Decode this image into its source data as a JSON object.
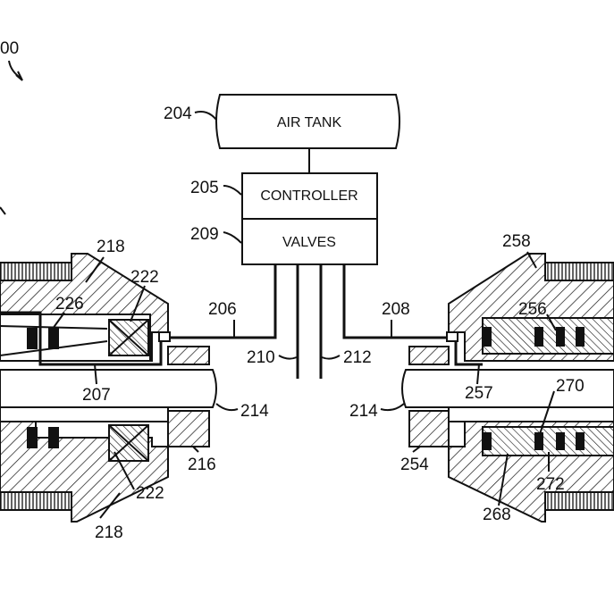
{
  "figure_ref": "00",
  "boxes": {
    "air_tank": "AIR TANK",
    "controller": "CONTROLLER",
    "valves": "VALVES"
  },
  "refs": {
    "r204": "204",
    "r205": "205",
    "r209": "209",
    "r206": "206",
    "r208": "208",
    "r210": "210",
    "r212": "212",
    "r218_top": "218",
    "r218_bottom": "218",
    "r222_top": "222",
    "r222_bottom": "222",
    "r226": "226",
    "r207": "207",
    "r214_left": "214",
    "r214_right": "214",
    "r216": "216",
    "r258": "258",
    "r256": "256",
    "r257": "257",
    "r270": "270",
    "r254": "254",
    "r272": "272",
    "r268": "268"
  }
}
